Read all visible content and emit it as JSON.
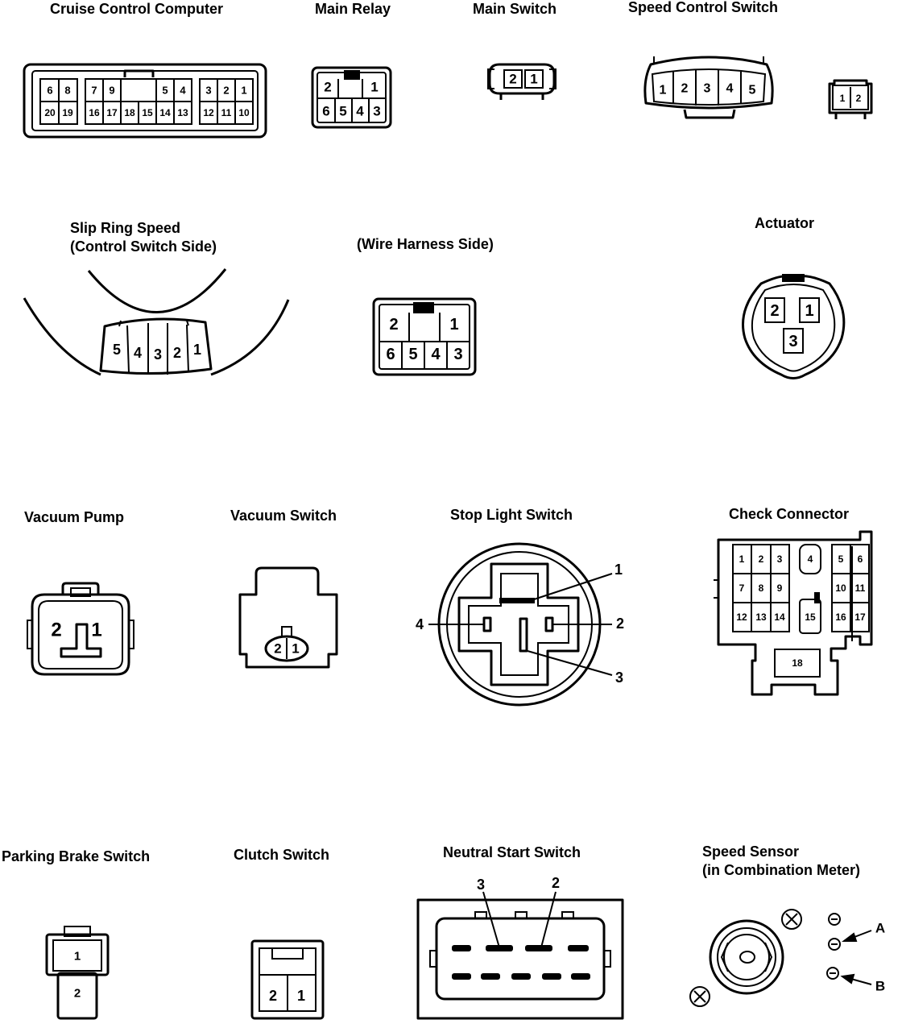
{
  "titles": {
    "cruise_control_computer": "Cruise Control Computer",
    "main_relay": "Main Relay",
    "main_switch": "Main Switch",
    "speed_control_switch": "Speed Control Switch",
    "slip_ring_line1": "Slip Ring Speed",
    "slip_ring_line2": "(Control Switch Side)",
    "wire_harness_side": "(Wire Harness Side)",
    "actuator": "Actuator",
    "vacuum_pump": "Vacuum Pump",
    "vacuum_switch": "Vacuum Switch",
    "stop_light_switch": "Stop Light Switch",
    "check_connector": "Check Connector",
    "parking_brake_switch": "Parking Brake Switch",
    "clutch_switch": "Clutch Switch",
    "neutral_start_switch": "Neutral Start Switch",
    "speed_sensor_line1": "Speed Sensor",
    "speed_sensor_line2": "(in Combination Meter)"
  },
  "pins": {
    "ccc_top": [
      "6",
      "8",
      "7",
      "9",
      "5",
      "4",
      "3",
      "2",
      "1"
    ],
    "ccc_bottom": [
      "20",
      "19",
      "16",
      "17",
      "18",
      "15",
      "14",
      "13",
      "12",
      "11",
      "10"
    ],
    "main_relay_top": [
      "2",
      "1"
    ],
    "main_relay_bottom": [
      "6",
      "5",
      "4",
      "3"
    ],
    "main_switch": [
      "2",
      "1"
    ],
    "speed_control": [
      "1",
      "2",
      "3",
      "4",
      "5"
    ],
    "small_connector": [
      "1",
      "2"
    ],
    "slip_ring": [
      "5",
      "4",
      "3",
      "2",
      "1"
    ],
    "wire_harness_top": [
      "2",
      "1"
    ],
    "wire_harness_bottom": [
      "6",
      "5",
      "4",
      "3"
    ],
    "actuator": [
      "2",
      "1",
      "3"
    ],
    "vacuum_pump": [
      "2",
      "1"
    ],
    "vacuum_switch": [
      "2",
      "1"
    ],
    "stop_light": [
      "1",
      "2",
      "3",
      "4"
    ],
    "check_connector": [
      "1",
      "2",
      "3",
      "4",
      "5",
      "6",
      "7",
      "8",
      "9",
      "10",
      "11",
      "12",
      "13",
      "14",
      "15",
      "16",
      "17",
      "18"
    ],
    "parking_brake": [
      "1",
      "2"
    ],
    "clutch": [
      "2",
      "1"
    ],
    "neutral_start": [
      "3",
      "2"
    ],
    "speed_sensor": [
      "A",
      "B"
    ]
  }
}
